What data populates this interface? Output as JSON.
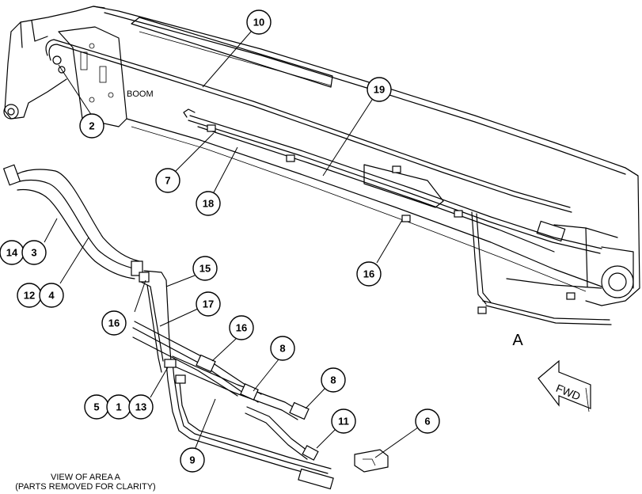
{
  "labels": {
    "boom": "BOOM",
    "area": "A",
    "fwd": "FWD",
    "view_line1": "VIEW OF AREA A",
    "view_line2": "(PARTS REMOVED FOR CLARITY)"
  },
  "callouts": [
    "10",
    "19",
    "2",
    "7",
    "18",
    "16",
    "14",
    "3",
    "12",
    "4",
    "16",
    "15",
    "17",
    "16",
    "8",
    "8",
    "5",
    "1",
    "13",
    "11",
    "6",
    "9"
  ]
}
